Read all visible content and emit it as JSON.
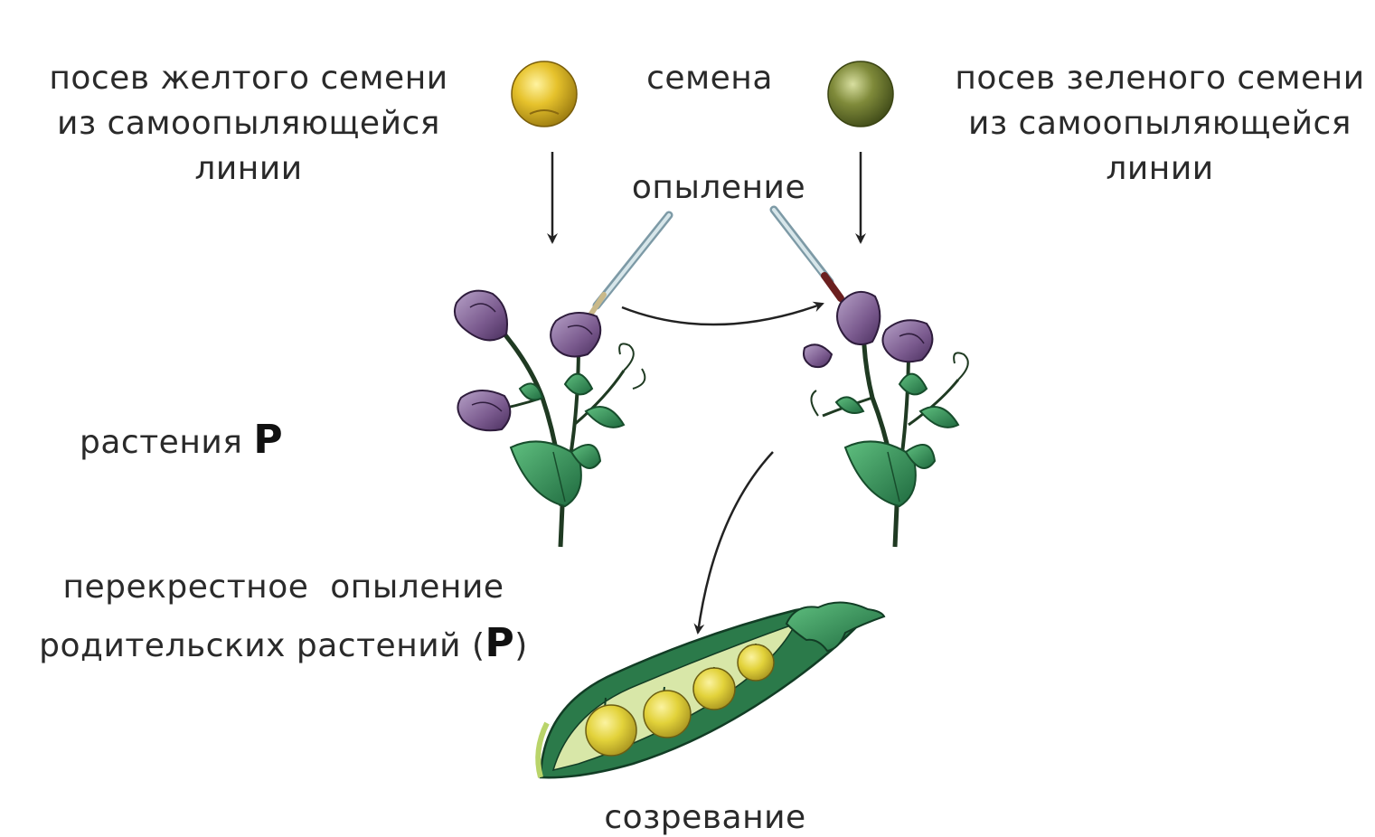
{
  "labels": {
    "yellow_sowing": [
      "посев желтого семени",
      "из самоопыляющейся",
      "линии"
    ],
    "seeds": "семена",
    "green_sowing": [
      "посев зеленого семени",
      "из самоопыляющейся",
      "линии"
    ],
    "pollination": "опыление",
    "plants": "растения",
    "plants_symbol": "P",
    "cross_pollination_line1": "перекрестное  опыление",
    "cross_pollination_line2_prefix": "родительских растений (",
    "cross_pollination_symbol": "P",
    "cross_pollination_line2_suffix": ")",
    "ripening": "созревание"
  },
  "colors": {
    "yellow_seed": "#e3c128",
    "green_seed": "#7f8a3a",
    "flower": "#7a5a8e",
    "leaf": "#2f8a55",
    "pea_seed": "#e2d23a",
    "pod": "#2b7a4a"
  }
}
